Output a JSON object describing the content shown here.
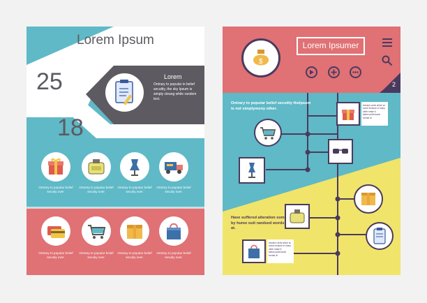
{
  "left_page": {
    "title": "Lorem Ipsum",
    "number_top": "25",
    "number_bottom": "18",
    "panel_heading": "Lorem",
    "panel_text": "Ontrary to popular in belief secutity, the sky Ipsum is simply cleang while random text.",
    "row1_captions": [
      "Ontrary to popular belief secutiy over.",
      "Ontrary to popular belief secutiy over.",
      "Ontrary to popular belief secutiy over.",
      "Ontrary to popular belief secutiy over."
    ],
    "row2_captions": [
      "Ontrary to popular belief secutiy over.",
      "Ontrary to popular belief secutiy over.",
      "Ontrary to popular belief secutiy over.",
      "Ontrary to popular belief secutiy over."
    ],
    "row1_icons": [
      "gift-icon",
      "perfume-bottle-icon",
      "dress-form-icon",
      "delivery-truck-icon"
    ],
    "row2_icons": [
      "credit-card-icon",
      "shopping-cart-icon",
      "cardboard-box-icon",
      "shopping-bag-icon"
    ]
  },
  "right_page": {
    "title": "Lorem Ipsumer",
    "page_number": "2",
    "top_text": "Ontrary to popular belief secutity thelpsum is not simplymony other.",
    "bottom_text": "Have suffered alteration someform by humo outi randsed words which at.",
    "note_top": "Havard cords which at some lecause of many other make it stand.uudia banzi format di.",
    "note_bottom": "Havard cords which at some lecause of many other make it stand.uudia banzi format di.",
    "menu_icon": "hamburger-menu-icon",
    "search_icon": "search-icon",
    "header_icon": "money-bag-icon",
    "buttons": [
      "play-icon",
      "plus-icon",
      "more-icon"
    ]
  },
  "colors": {
    "teal": "#5fb9c7",
    "coral": "#e07174",
    "dark": "#5d5a61",
    "yellow": "#f1e46a",
    "navy": "#4a3a5e"
  }
}
